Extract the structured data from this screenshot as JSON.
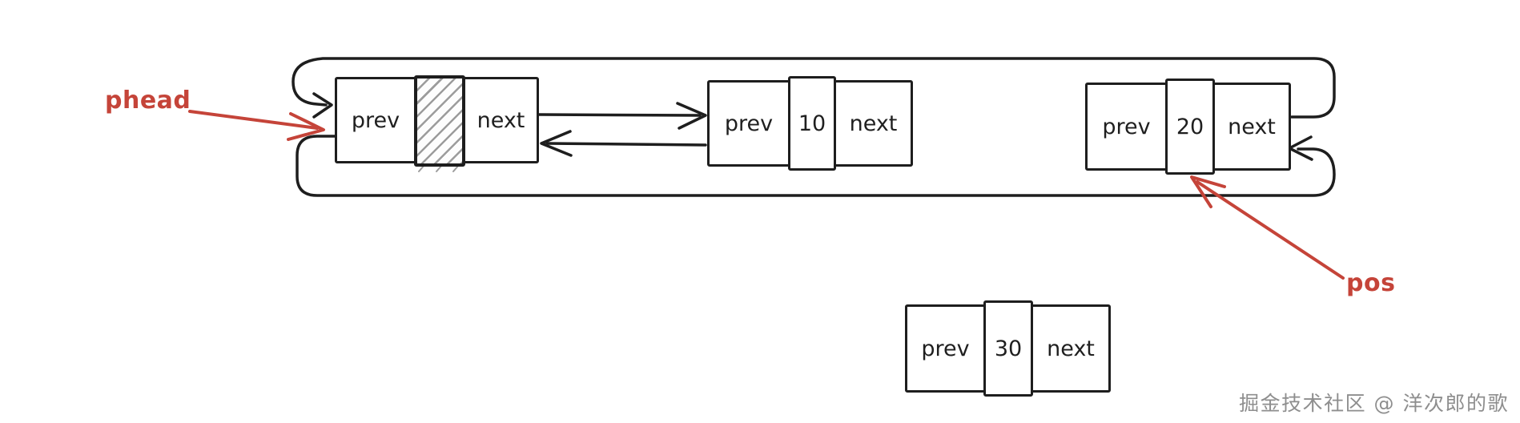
{
  "diagram": {
    "type": "circular-doubly-linked-list",
    "description": "Sentinel head node with hatched data field, nodes 10 and 20 linked on an outer circular loop, detached node 30 below, pointers phead and pos"
  },
  "labels": {
    "phead": "phead",
    "pos": "pos"
  },
  "nodes": {
    "head": {
      "prev": "prev",
      "next": "next",
      "value_style": "hatched-empty"
    },
    "n10": {
      "prev": "prev",
      "value": "10",
      "next": "next"
    },
    "n20": {
      "prev": "prev",
      "value": "20",
      "next": "next"
    },
    "n30": {
      "prev": "prev",
      "value": "30",
      "next": "next"
    }
  },
  "edges": [
    {
      "name": "top-loop",
      "from": "n20.next",
      "to": "head.prev-side",
      "arrow": "into-head-left"
    },
    {
      "name": "bottom-loop",
      "from": "head.prev-side",
      "to": "n20.next-side",
      "arrow": "into-20-right"
    },
    {
      "name": "head-next-to-10-prev",
      "direction": "right"
    },
    {
      "name": "10-prev-to-head-next",
      "direction": "left"
    },
    {
      "name": "phead-pointer",
      "points_to": "head"
    },
    {
      "name": "pos-pointer",
      "points_to": "n20"
    }
  ],
  "watermark": "掘金技术社区 @ 洋次郎的歌",
  "colors": {
    "stroke": "#1e1e1e",
    "accent_red": "#c54439",
    "hatch_gray": "#9c9c9c",
    "watermark_gray": "#8e8e8e"
  }
}
